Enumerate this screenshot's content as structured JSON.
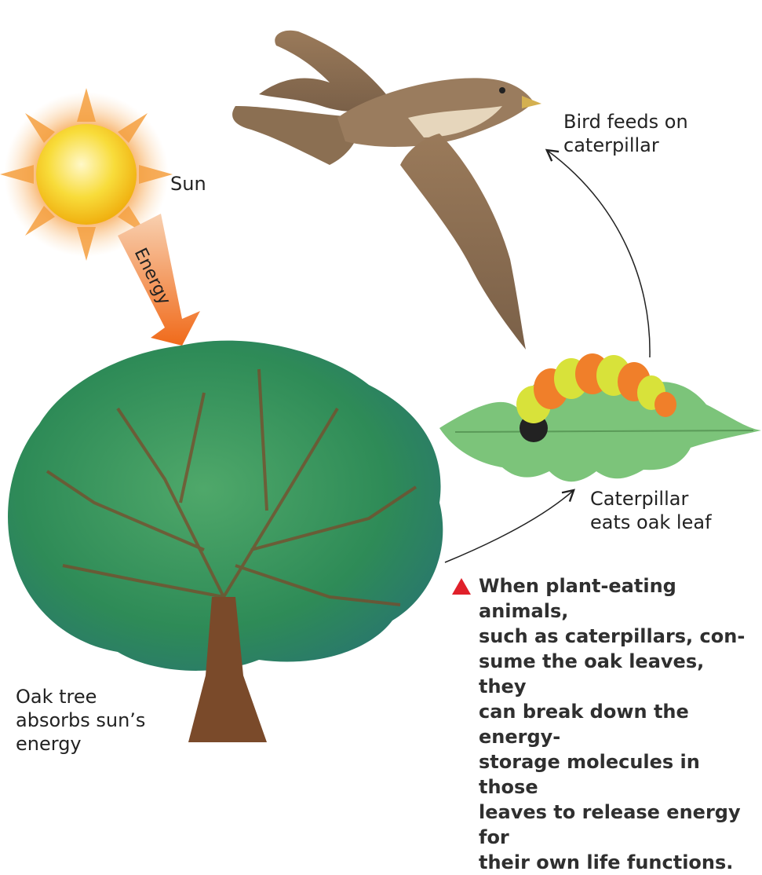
{
  "labels": {
    "sun": "Sun",
    "energy": "Energy",
    "bird": [
      "Bird feeds on",
      "caterpillar"
    ],
    "caterpillar": [
      "Caterpillar",
      "eats oak leaf"
    ],
    "oak": [
      "Oak tree",
      "absorbs sun’s",
      "energy"
    ]
  },
  "caption": {
    "lines": [
      "When plant-eating animals,",
      "such as caterpillars, con-",
      "sume the oak leaves, they",
      "can break down the energy-",
      "storage molecules in those",
      "leaves to release energy for",
      "their own life functions."
    ],
    "marker_color": "#e0202a"
  },
  "colors": {
    "sun": "#f5c400",
    "sun_glow": "#f7a24a",
    "energy_arrow": "#f07a28",
    "foliage": "#2e8b57",
    "trunk": "#7a4a2a",
    "bird": "#8b6f52",
    "caterpillar_orange": "#f07f2a",
    "caterpillar_yellow": "#d8e23a",
    "leaf": "#7cc47a"
  }
}
